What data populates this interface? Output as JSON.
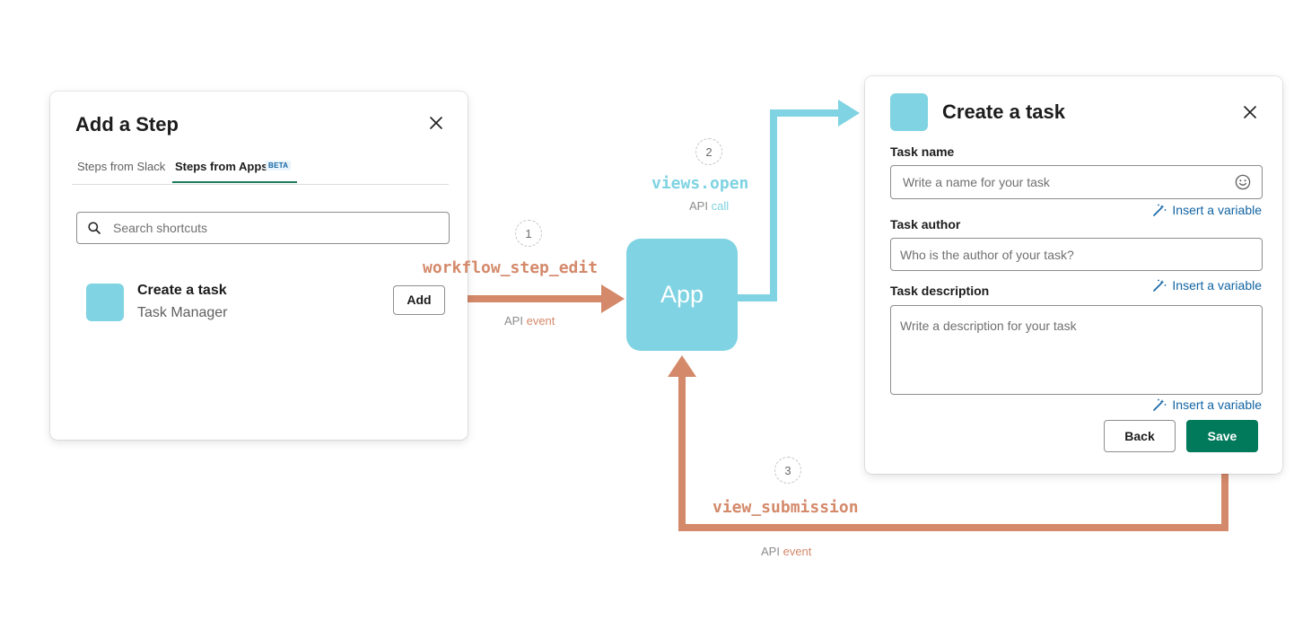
{
  "add_step_modal": {
    "title": "Add a Step",
    "tabs": [
      {
        "label": "Steps from Slack",
        "active": false
      },
      {
        "label": "Steps from Apps",
        "active": true,
        "badge": "BETA"
      }
    ],
    "search": {
      "placeholder": "Search shortcuts",
      "value": ""
    },
    "items": [
      {
        "title": "Create a task",
        "subtitle": "Task Manager",
        "button": "Add"
      }
    ]
  },
  "flow": {
    "app_label": "App",
    "steps": [
      {
        "number": "1",
        "code": "workflow_step_edit",
        "api_prefix": "API",
        "api_kind": "event"
      },
      {
        "number": "2",
        "code": "views.open",
        "api_prefix": "API",
        "api_kind": "call"
      },
      {
        "number": "3",
        "code": "view_submission",
        "api_prefix": "API",
        "api_kind": "event"
      }
    ],
    "colors": {
      "orange": "#d4896a",
      "blue": "#7fd3e2"
    }
  },
  "create_task_modal": {
    "title": "Create a task",
    "fields": [
      {
        "label": "Task name",
        "placeholder": "Write a name for your task",
        "value": ""
      },
      {
        "label": "Task author",
        "placeholder": "Who is the author of your task?",
        "value": ""
      },
      {
        "label": "Task description",
        "placeholder": "Write a description for your task",
        "value": ""
      }
    ],
    "insert_variable_label": "Insert a variable",
    "buttons": {
      "back": "Back",
      "save": "Save"
    },
    "save_color": "#007a5a"
  }
}
